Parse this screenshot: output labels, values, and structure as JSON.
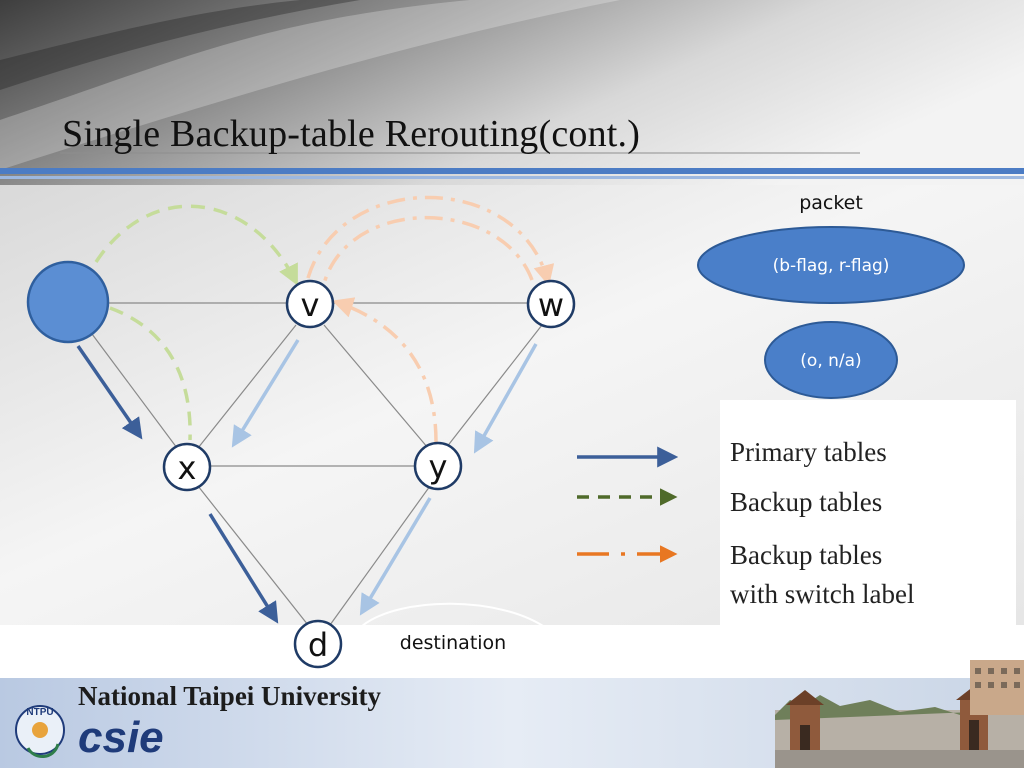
{
  "slide": {
    "title": "Single Backup-table Rerouting(cont.)"
  },
  "packet": {
    "caption": "packet",
    "header_label": "(b-flag, r-flag)",
    "value_label": "(o, n/a)"
  },
  "nodes": {
    "v": "v",
    "w": "w",
    "x": "x",
    "y": "y",
    "d": "d",
    "destination_label": "destination"
  },
  "legend": {
    "primary": "Primary tables",
    "backup": "Backup tables",
    "switch_line1": "Backup tables",
    "switch_line2": "with switch label"
  },
  "footer": {
    "university": "National Taipei University",
    "department": "csie",
    "badge": "NTPU"
  },
  "colors": {
    "primary_arrow": "#3c5f99",
    "primary_light": "#a8c4e4",
    "backup_green": "#c5dc9a",
    "backup_dark_green": "#4f6a2a",
    "switch_peach": "#f8cdb0",
    "switch_orange": "#e87722",
    "node_fill": "#5b8ed3",
    "node_stroke": "#2f5f9e",
    "ellipse_fill": "#4a7fc9",
    "ellipse_stroke": "#2d5a96",
    "band_blue": "#4c7cc4"
  }
}
